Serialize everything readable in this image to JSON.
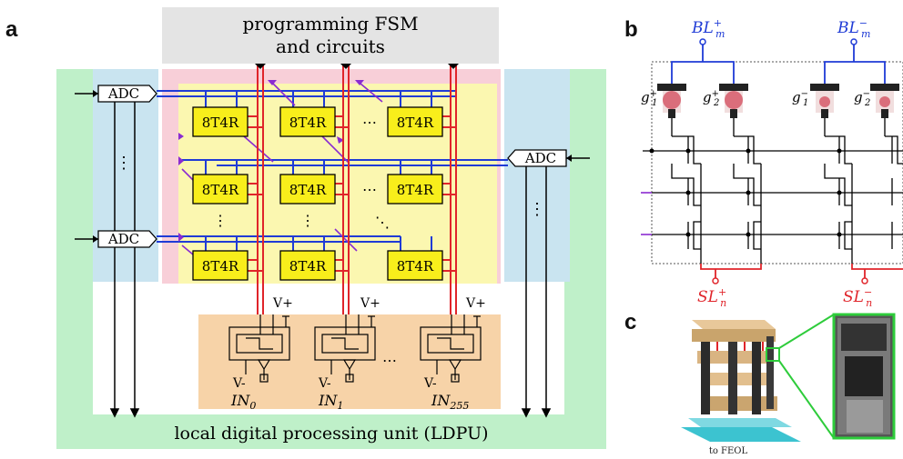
{
  "panel_a": {
    "letter": "a",
    "fsm_line1": "programming FSM",
    "fsm_line2": "and circuits",
    "ldpu_label": "local digital processing unit (LDPU)",
    "adc_label": "ADC",
    "cell_label": "8T4R",
    "dots_h": "⋯",
    "dots_v": "⋮",
    "dots_d": "⋱",
    "vplus": "V+",
    "vminus": "V-",
    "in_base": "IN",
    "in_subs": [
      "0",
      "1",
      "255"
    ]
  },
  "panel_b": {
    "letter": "b",
    "bl_plus": "BL",
    "bl_minus": "BL",
    "sl_plus": "SL",
    "sl_minus": "SL",
    "bl_sub": "m",
    "sl_sub": "n",
    "g_labels": [
      "g",
      "g",
      "g",
      "g"
    ],
    "g_subs": [
      "1",
      "2",
      "1",
      "2"
    ],
    "g_sups": [
      "+",
      "+",
      "−",
      "−"
    ]
  },
  "panel_c": {
    "letter": "c",
    "feol_label": "to FEOL"
  },
  "colors": {
    "blue_line": "#1f3bd6",
    "red_line": "#e0242a",
    "cell_fill": "#f8ee1b",
    "array_bg": "#fbf7b0",
    "adc_panel": "#c9e4f0",
    "ldpu_bg": "#bff0c9",
    "pink": "#f8cfd8",
    "orange": "#f7d3a8",
    "fsm_bg": "#e4e4e4",
    "highlight_green": "#2ecc3b"
  }
}
